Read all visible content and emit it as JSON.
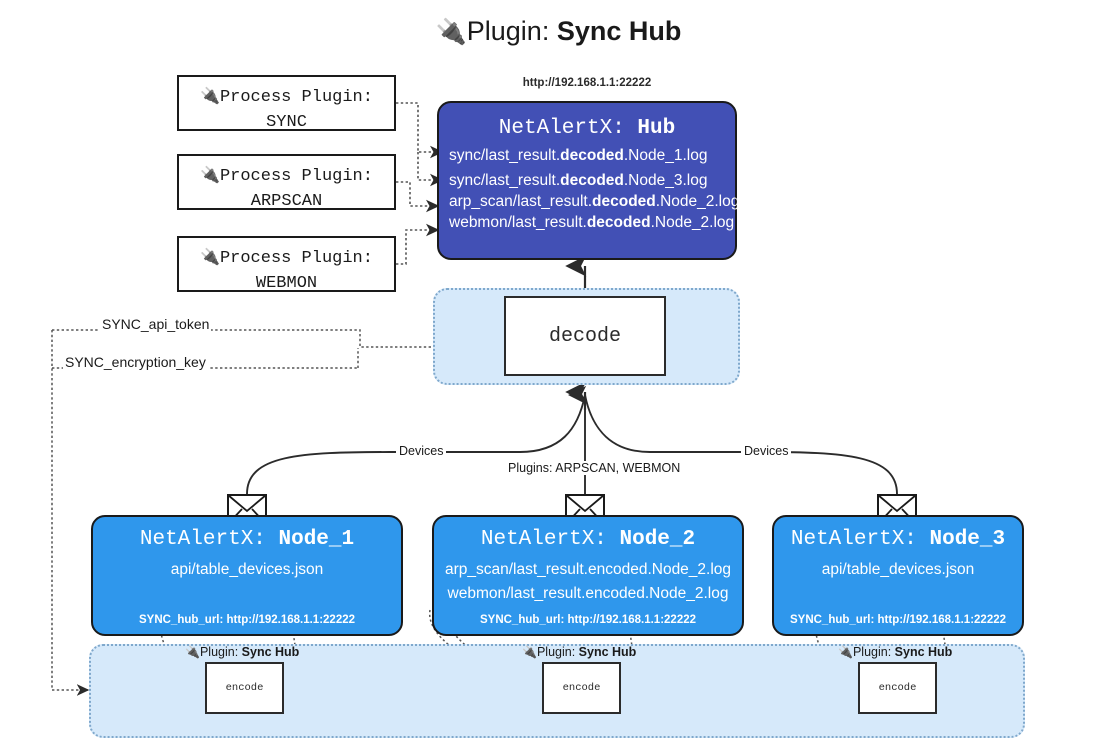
{
  "title": {
    "icon": "plug-icon",
    "glyph": "🔌",
    "prefix": "Plugin: ",
    "name": "Sync Hub"
  },
  "colors": {
    "hub_fill": "#4250b5",
    "node_fill": "#2f97ec",
    "container_fill": "#d6e9fa",
    "container_border": "#7fa8cc",
    "stroke": "#1a1a1a",
    "white": "#ffffff"
  },
  "process_plugins": [
    {
      "label_line1": "Process Plugin:",
      "label_line2": "SYNC",
      "glyph": "🔌"
    },
    {
      "label_line1": "Process Plugin:",
      "label_line2": "ARPSCAN",
      "glyph": "🔌"
    },
    {
      "label_line1": "Process Plugin:",
      "label_line2": "WEBMON",
      "glyph": "🔌"
    }
  ],
  "hub": {
    "url": "http://192.168.1.1:22222",
    "title_prefix": "NetAlertX: ",
    "title_name": "Hub",
    "logs": [
      {
        "pre": "sync/last_result.",
        "mid": "decoded",
        "post": ".Node_1.log"
      },
      {
        "pre": "sync/last_result.",
        "mid": "decoded",
        "post": ".Node_3.log"
      },
      {
        "pre": "arp_scan/last_result.",
        "mid": "decoded",
        "post": ".Node_2.log"
      },
      {
        "pre": "webmon/last_result.",
        "mid": "decoded",
        "post": ".Node_2.log"
      }
    ]
  },
  "decode": {
    "label": "decode"
  },
  "keys": [
    {
      "label": "SYNC_api_token"
    },
    {
      "label": "SYNC_encryption_key"
    }
  ],
  "edge_labels": {
    "devices_left": "Devices",
    "devices_right": "Devices",
    "plugins_center": "Plugins: ARPSCAN, WEBMON"
  },
  "nodes": [
    {
      "title_prefix": "NetAlertX: ",
      "title_name": "Node_1",
      "lines": [
        "api/table_devices.json"
      ],
      "footer": "SYNC_hub_url: http://192.168.1.1:22222",
      "envelope_icon": "envelope-icon"
    },
    {
      "title_prefix": "NetAlertX: ",
      "title_name": "Node_2",
      "lines": [
        "arp_scan/last_result.encoded.Node_2.log",
        "webmon/last_result.encoded.Node_2.log"
      ],
      "footer": "SYNC_hub_url: http://192.168.1.1:22222",
      "envelope_icon": "envelope-icon"
    },
    {
      "title_prefix": "NetAlertX: ",
      "title_name": "Node_3",
      "lines": [
        "api/table_devices.json"
      ],
      "footer": "SYNC_hub_url: http://192.168.1.1:22222",
      "envelope_icon": "envelope-icon"
    }
  ],
  "encoders": [
    {
      "plugin_glyph": "🔌",
      "plugin_prefix": "Plugin: ",
      "plugin_name": "Sync Hub",
      "label": "encode"
    },
    {
      "plugin_glyph": "🔌",
      "plugin_prefix": "Plugin: ",
      "plugin_name": "Sync Hub",
      "label": "encode"
    },
    {
      "plugin_glyph": "🔌",
      "plugin_prefix": "Plugin: ",
      "plugin_name": "Sync Hub",
      "label": "encode"
    }
  ]
}
